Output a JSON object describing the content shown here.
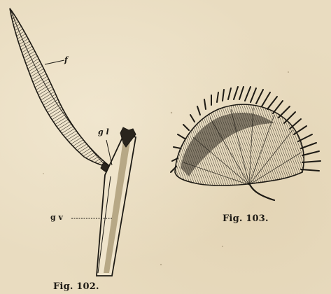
{
  "figures": [
    {
      "caption": "Fig. 102.",
      "labels": {
        "f": "f",
        "gl": "g l",
        "gv": "g v"
      }
    },
    {
      "caption": "Fig. 103."
    }
  ],
  "colors": {
    "paper": "#e9dcc0",
    "ink": "#1d1a14"
  }
}
